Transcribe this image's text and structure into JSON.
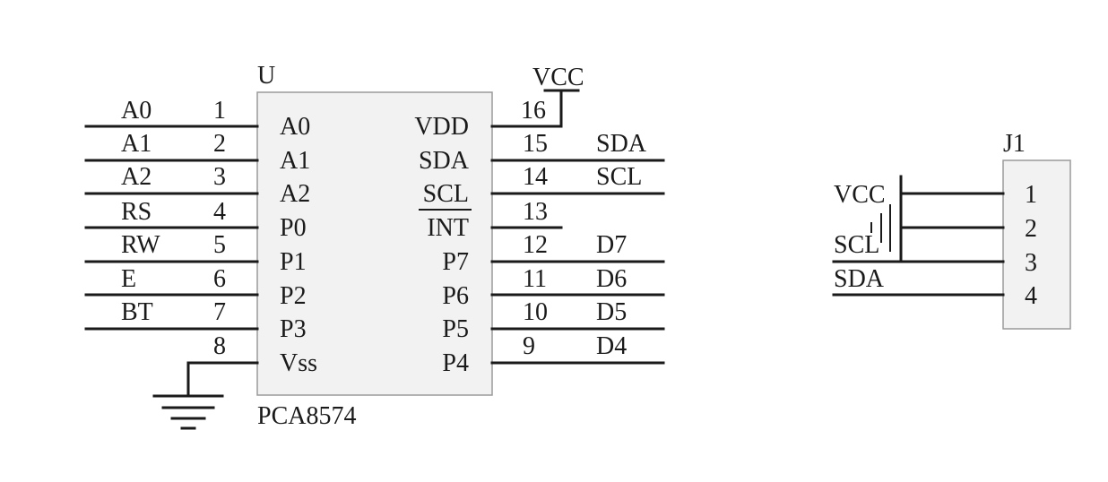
{
  "chip": {
    "designator": "U",
    "part": "PCA8574",
    "left_pins": [
      {
        "num": "1",
        "name": "A0",
        "net": "A0"
      },
      {
        "num": "2",
        "name": "A1",
        "net": "A1"
      },
      {
        "num": "3",
        "name": "A2",
        "net": "A2"
      },
      {
        "num": "4",
        "name": "P0",
        "net": "RS"
      },
      {
        "num": "5",
        "name": "P1",
        "net": "RW"
      },
      {
        "num": "6",
        "name": "P2",
        "net": "E"
      },
      {
        "num": "7",
        "name": "P3",
        "net": "BT"
      },
      {
        "num": "8",
        "name": "Vss",
        "net": ""
      }
    ],
    "right_pins": [
      {
        "num": "16",
        "name": "VDD",
        "net": ""
      },
      {
        "num": "15",
        "name": "SDA",
        "net": "SDA"
      },
      {
        "num": "14",
        "name": "SCL",
        "net": "SCL"
      },
      {
        "num": "13",
        "name": "INT",
        "net": ""
      },
      {
        "num": "12",
        "name": "P7",
        "net": "D7"
      },
      {
        "num": "11",
        "name": "P6",
        "net": "D6"
      },
      {
        "num": "10",
        "name": "P5",
        "net": "D5"
      },
      {
        "num": "9",
        "name": "P4",
        "net": "D4"
      }
    ],
    "power_label": "VCC"
  },
  "connector": {
    "designator": "J1",
    "pins": [
      {
        "num": "1",
        "net": "VCC"
      },
      {
        "num": "2",
        "net": ""
      },
      {
        "num": "3",
        "net": "SCL"
      },
      {
        "num": "4",
        "net": "SDA"
      }
    ]
  }
}
